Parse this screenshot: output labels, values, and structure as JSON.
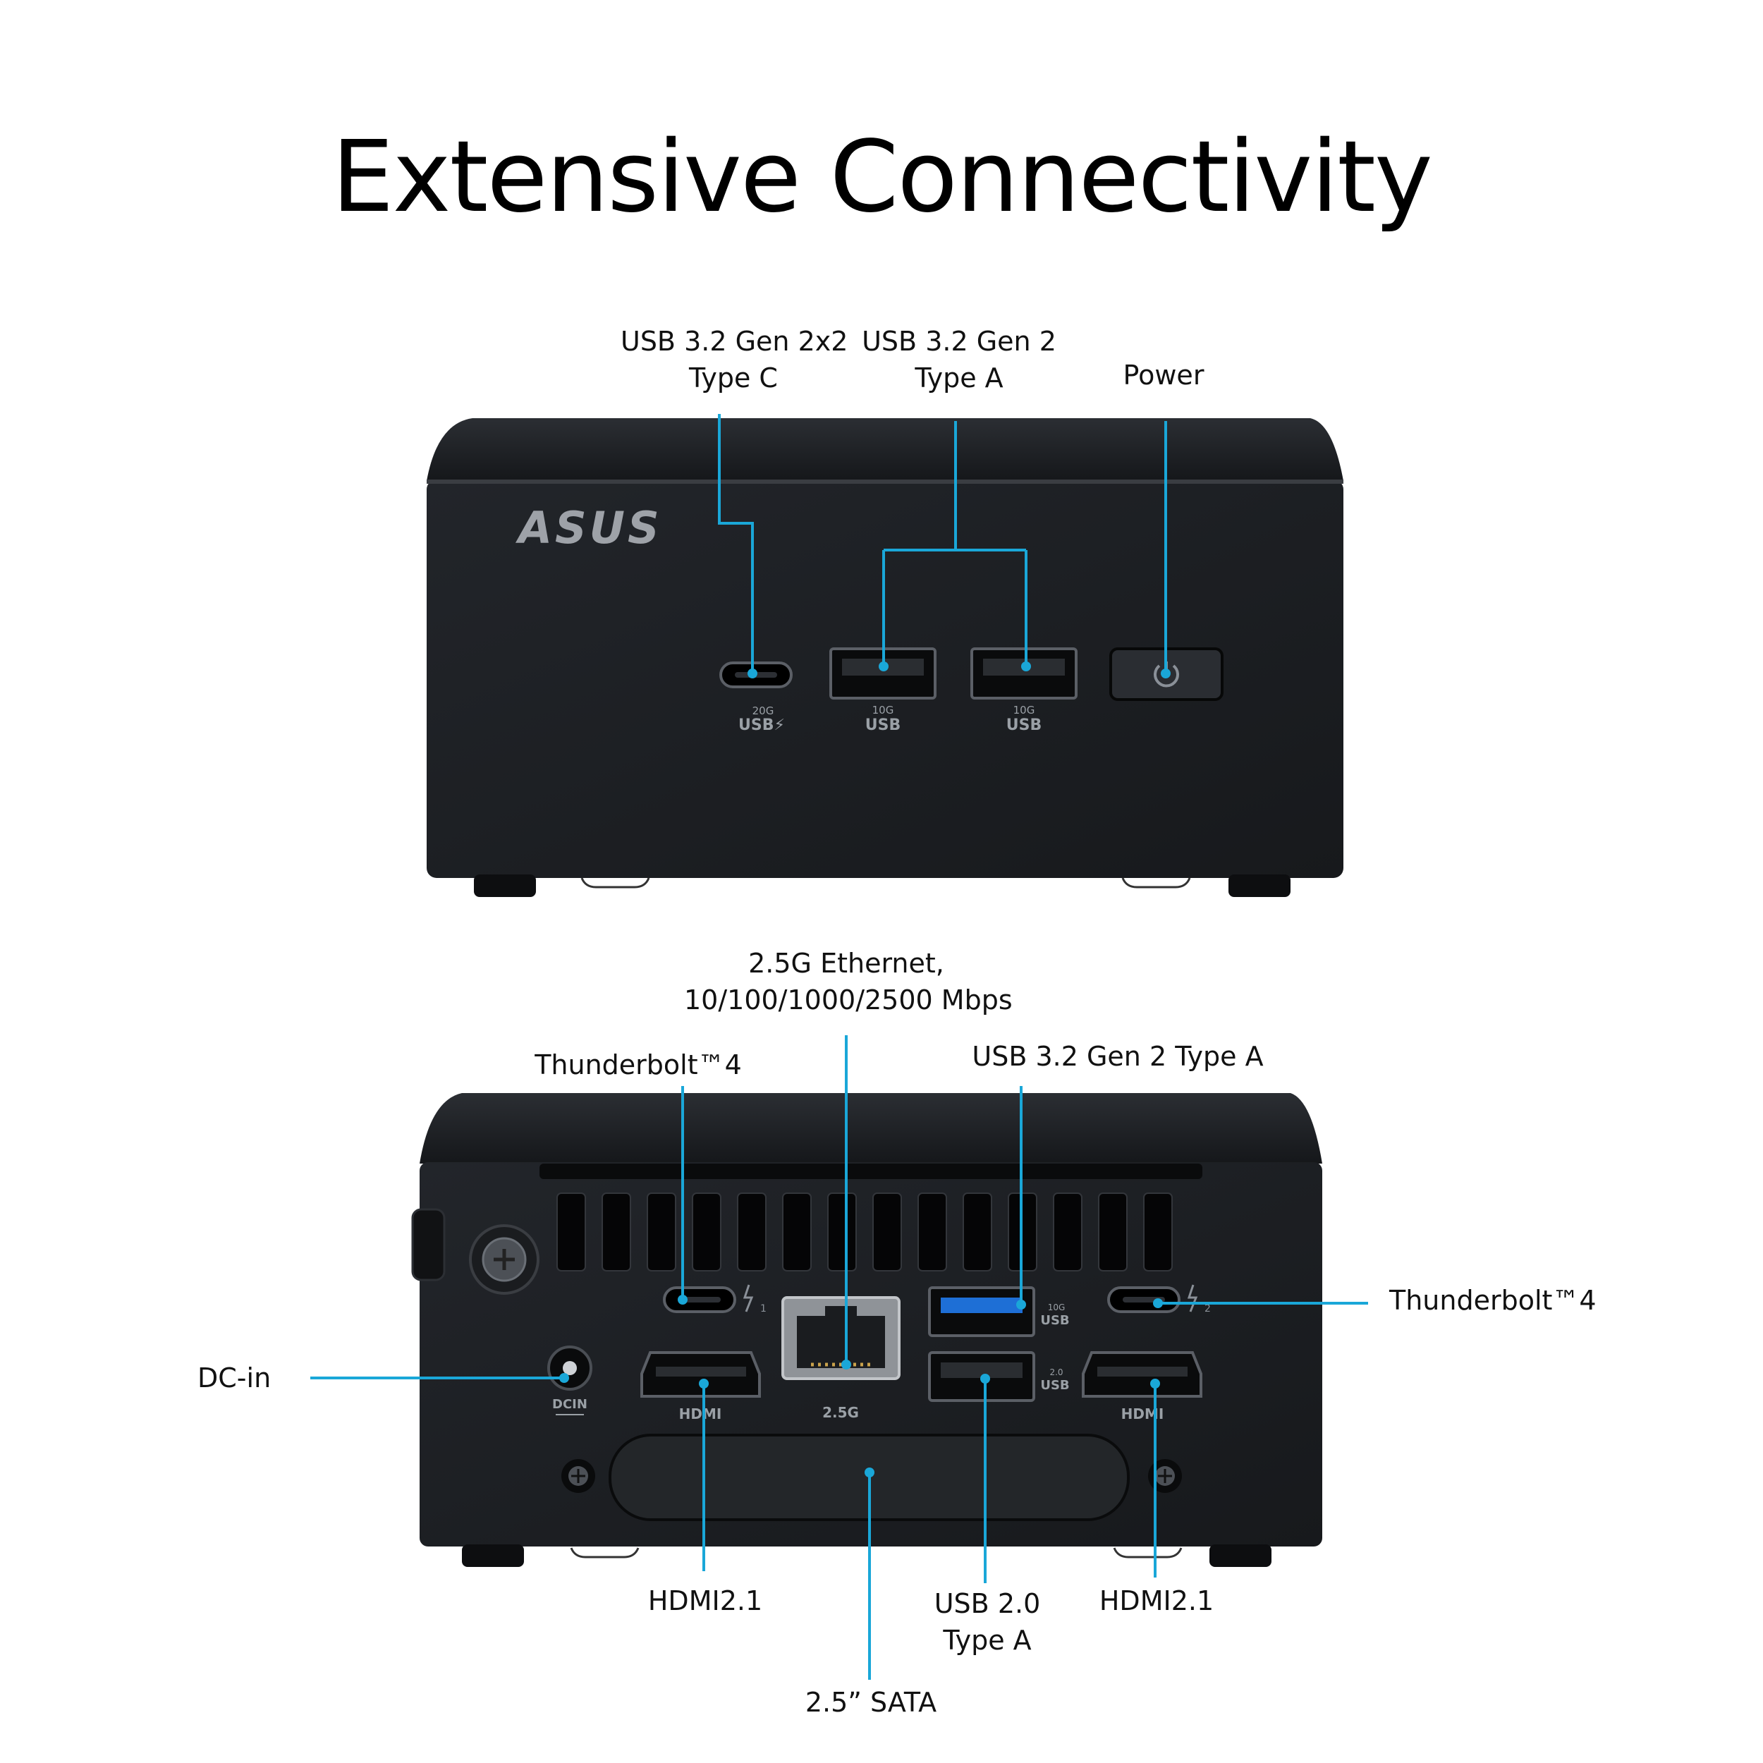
{
  "title": "Extensive Connectivity",
  "front": {
    "usb_c": {
      "line1": "USB 3.2 Gen 2x2",
      "line2": "Type C"
    },
    "usb_a": {
      "line1": "USB 3.2 Gen 2",
      "line2": "Type A"
    },
    "power": "Power",
    "brand": "ASUS",
    "usb_c_port": {
      "speed": "20G",
      "name": "USB⚡"
    },
    "usb_a_port1": {
      "speed": "10G",
      "name": "USB"
    },
    "usb_a_port2": {
      "speed": "10G",
      "name": "USB"
    }
  },
  "rear": {
    "ethernet": {
      "line1": "2.5G Ethernet,",
      "line2": "10/100/1000/2500 Mbps"
    },
    "thunderbolt_left": "Thunderbolt™4",
    "usb32_type_a": "USB 3.2 Gen 2 Type A",
    "thunderbolt_right": "Thunderbolt™4",
    "dc_in": "DC-in",
    "hdmi_left": "HDMI2.1",
    "usb20": {
      "line1": "USB 2.0",
      "line2": "Type A"
    },
    "hdmi_right": "HDMI2.1",
    "sata": "2.5” SATA",
    "port_marks": {
      "hdmi": "HDMI",
      "lan": "2.5G",
      "dcin": "DCIN",
      "usb10g": "10G",
      "usb": "USB",
      "usb20": "2.0",
      "tb1": "1",
      "tb2": "2"
    }
  },
  "colors": {
    "callout": "#1aa7d8",
    "device": "#1b1d21",
    "background": "#ffffff"
  }
}
